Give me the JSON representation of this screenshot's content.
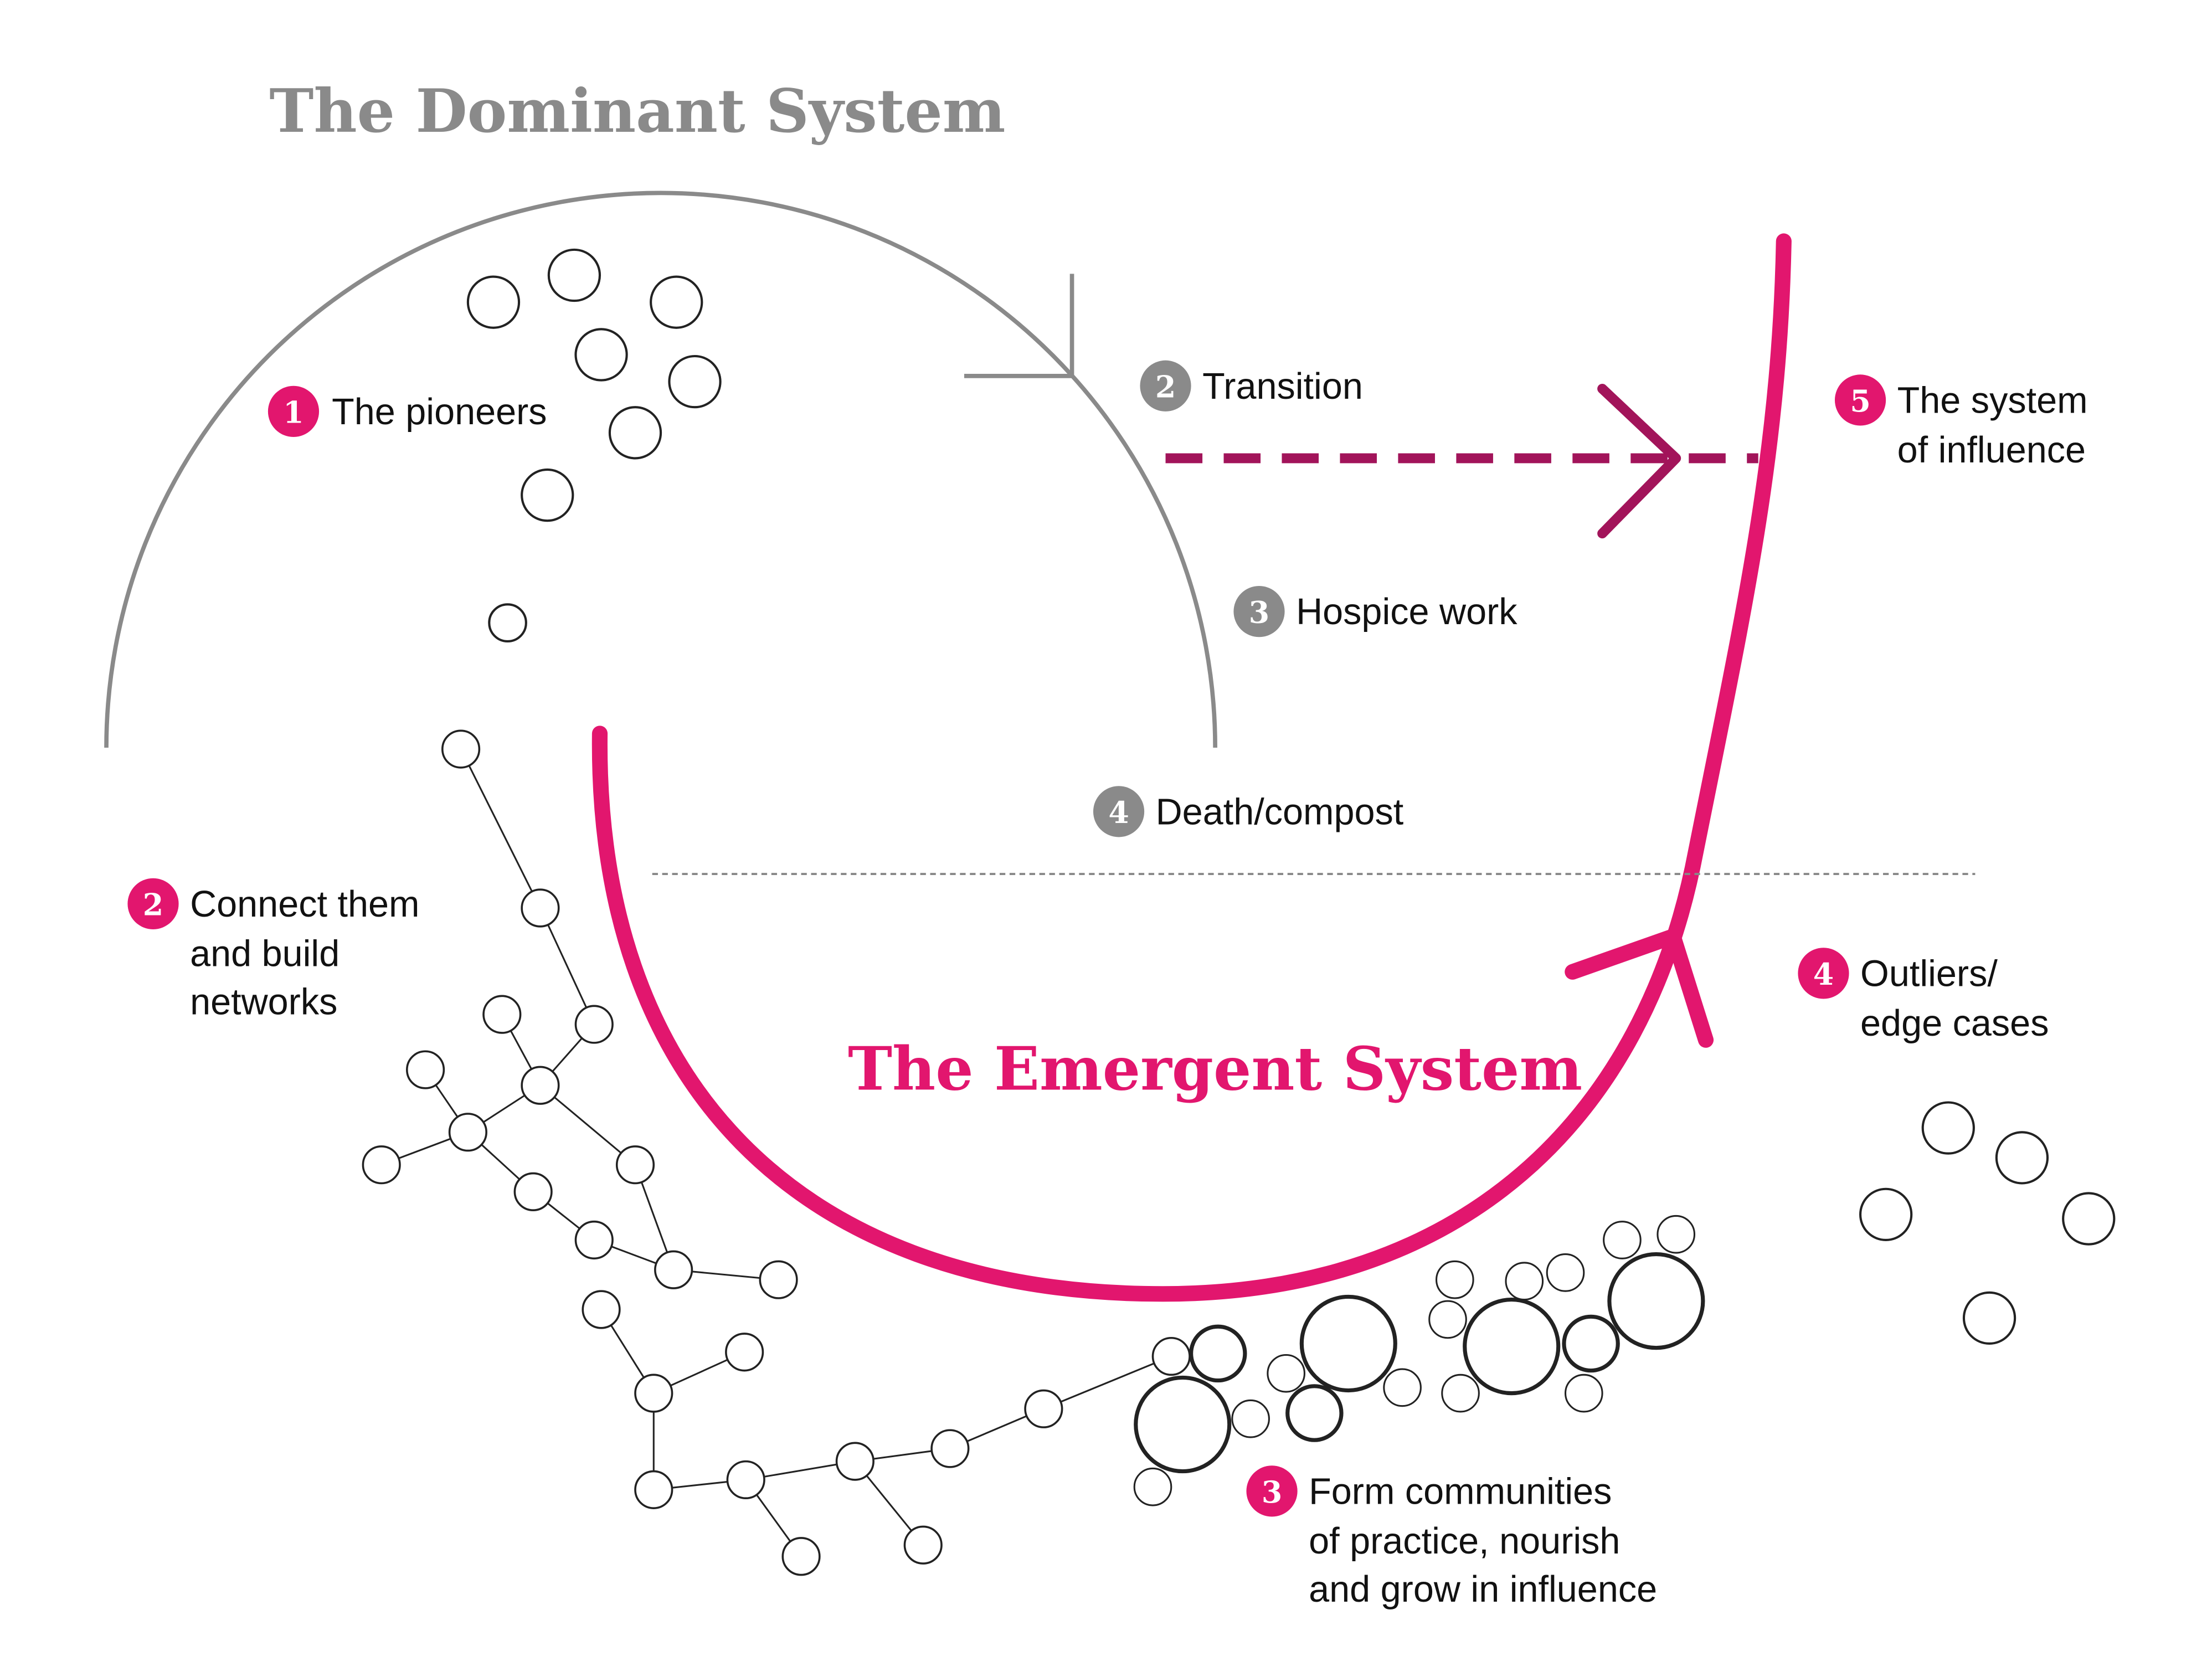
{
  "titles": {
    "dominant": "The Dominant System",
    "emergent": "The Emergent System"
  },
  "colors": {
    "dominant": "#8a8a8a",
    "emergent": "#e2166e",
    "arrow_dark": "#a2145a",
    "badge_grey": "#8a8a8a",
    "badge_pink": "#e2166e",
    "nodes": "#222222"
  },
  "labels": {
    "pioneers": {
      "num": "1",
      "text": [
        "The pioneers"
      ]
    },
    "connect": {
      "num": "2",
      "text": [
        "Connect them",
        "and build",
        "networks"
      ]
    },
    "communities": {
      "num": "3",
      "text": [
        "Form communities",
        "of practice, nourish",
        "and grow in influence"
      ]
    },
    "outliers": {
      "num": "4",
      "text": [
        "Outliers/",
        "edge cases"
      ]
    },
    "influence": {
      "num": "5",
      "text": [
        "The system",
        "of influence"
      ]
    },
    "transition": {
      "num": "2",
      "text": [
        "Transition"
      ]
    },
    "hospice": {
      "num": "3",
      "text": [
        "Hospice work"
      ]
    },
    "death": {
      "num": "4",
      "text": [
        "Death/compost"
      ]
    }
  }
}
